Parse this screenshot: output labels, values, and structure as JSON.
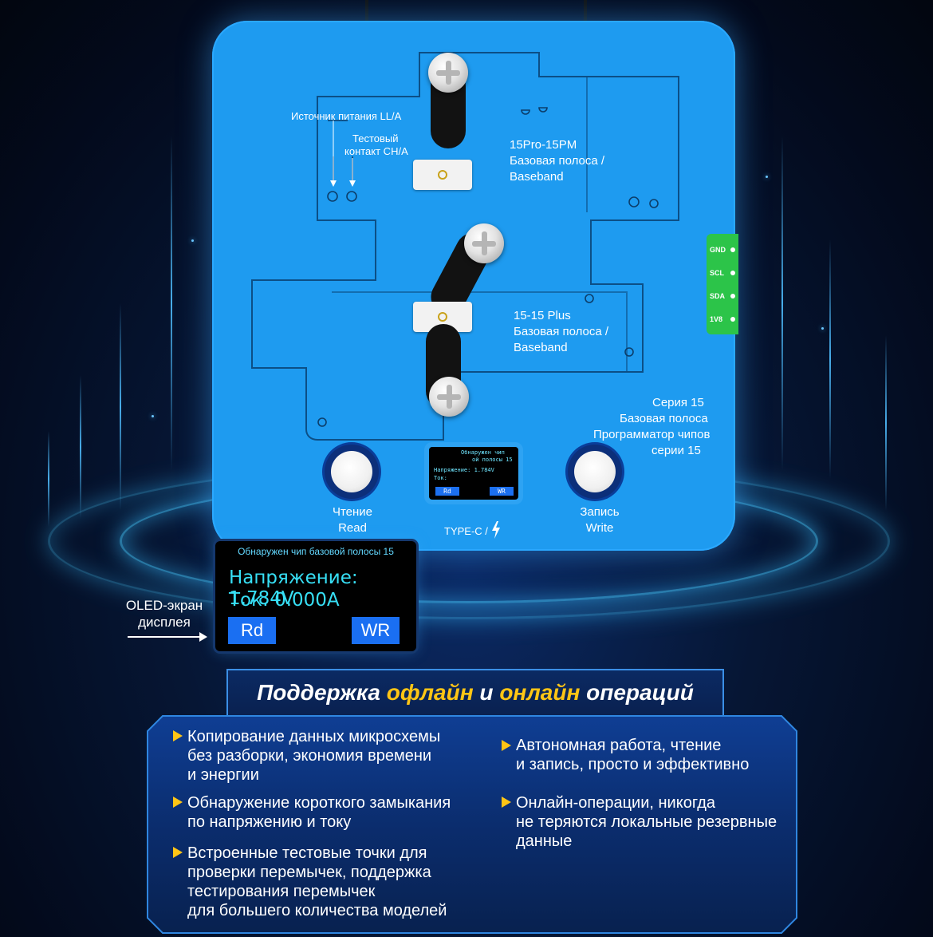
{
  "board": {
    "power_source_label": "Источник питания LL/A",
    "test_contact_label_1": "Тестовый",
    "test_contact_label_2": "контакт CH/A",
    "top_chip_label_1": "15Pro-15PM",
    "top_chip_label_2": "Базовая полоса /",
    "top_chip_label_3": "Baseband",
    "mid_chip_label_1": "15-15 Plus",
    "mid_chip_label_2": "Базовая полоса /",
    "mid_chip_label_3": "Baseband",
    "series_label_1": "Серия 15",
    "series_label_2": "Базовая полоса",
    "series_label_3": "Программатор чипов",
    "series_label_4": "серии 15",
    "read_label_1": "Чтение",
    "read_label_2": "Read",
    "write_label_1": "Запись",
    "write_label_2": "Write",
    "typec_label": "TYPE-C /",
    "side_pins": [
      "GND",
      "SCL",
      "SDA",
      "1V8"
    ],
    "mini_oled": {
      "line1": "Обнаружен чип",
      "line2": "ой полосы 15",
      "line3": "Напряжение: 1.784V",
      "line4": "Ток:",
      "rd": "Rd",
      "wr": "WR"
    }
  },
  "oled": {
    "header": "Обнаружен чип базовой полосы 15",
    "voltage": "Напряжение:  1.784V",
    "current": "Ток:  0.000A",
    "rd": "Rd",
    "wr": "WR"
  },
  "oled_caption_1": "OLED-экран",
  "oled_caption_2": "дисплея",
  "banner": {
    "part1": "Поддержка ",
    "part2": "офлайн",
    "part3": " и ",
    "part4": "онлайн",
    "part5": " операций"
  },
  "features_left": [
    [
      "Копирование данных микросхемы",
      "без разборки, экономия времени",
      "и энергии"
    ],
    [
      "Обнаружение короткого замыкания",
      "по напряжению и току"
    ],
    [
      "Встроенные тестовые точки для",
      "проверки перемычек, поддержка",
      "тестирования перемычек",
      "для большего количества моделей"
    ]
  ],
  "features_right": [
    [
      "Автономная работа, чтение",
      "и запись, просто и эффективно"
    ],
    [
      "Онлайн-операции, никогда",
      "не теряются локальные резервные",
      "данные"
    ]
  ],
  "colors": {
    "board": "#1e9bf0",
    "highlight": "#ffc515",
    "oled_text": "#37dff5",
    "button_blue": "#1a6ff2",
    "side_tab": "#2cc449"
  }
}
